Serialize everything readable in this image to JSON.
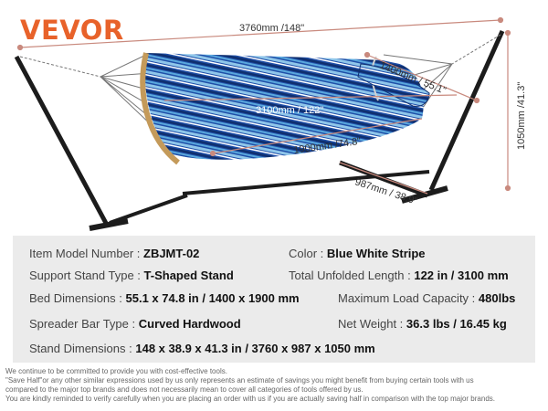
{
  "brand": {
    "logo": "VEVOR",
    "color": "#e8622a"
  },
  "dimensions": {
    "overall_length": "3760mm /148\"",
    "height": "1050mm /41.3\"",
    "bed_width": "1400mm / 55.1\"",
    "spreader_span": "3100mm / 122\"",
    "bed_length": "1900mm /74.8\"",
    "base_depth": "987mm / 38.9\""
  },
  "specs": [
    {
      "label": "Item Model Number :",
      "value": "ZBJMT-02"
    },
    {
      "label": "Color :",
      "value": "Blue White Stripe"
    },
    {
      "label": "Support Stand Type :",
      "value": "T-Shaped Stand"
    },
    {
      "label": "Total Unfolded Length :",
      "value": "122 in / 3100 mm"
    },
    {
      "label": "Bed Dimensions :",
      "value": "55.1 x 74.8 in / 1400 x 1900 mm"
    },
    {
      "label": "Maximum Load Capacity :",
      "value": "480lbs"
    },
    {
      "label": "Spreader Bar Type :",
      "value": "Curved Hardwood"
    },
    {
      "label": "Net Weight :",
      "value": "36.3 lbs / 16.45 kg"
    },
    {
      "label": "Stand Dimensions :",
      "value": "148 x 38.9 x 41.3 in / 3760 x 987 x 1050 mm"
    }
  ],
  "disclaimer": [
    "We continue to be committed to provide you with cost-effective tools.",
    "\"Save Half\"or any other similar expressions used by us only represents an estimate of savings you might benefit from buying certain tools with us",
    "compared to the major top brands and does not necessarily mean to cover all categories of tools offered by us.",
    "You are kindly reminded to verify carefully when you are placing an order with us if you are actually saving half in comparison with the top major brands."
  ],
  "colors": {
    "dimension_line": "#c98a7e",
    "stand": "#1c1c1c",
    "panel": "#ebebeb",
    "hammock_blue": "#1f4fa8",
    "hammock_light": "#8fc6ea"
  }
}
